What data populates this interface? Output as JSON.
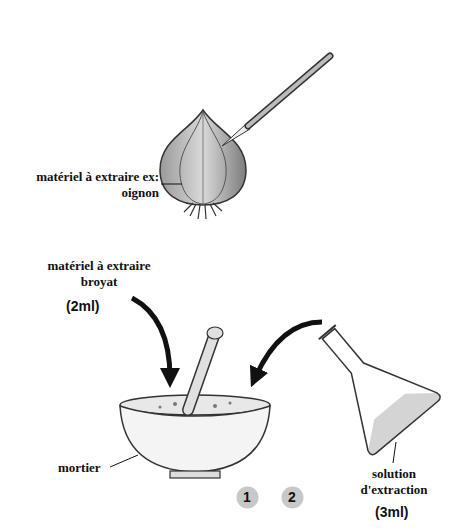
{
  "diagram": {
    "nodes": [
      {
        "text": [
          "1"
        ]
      },
      {
        "text": [
          "2"
        ]
      }
    ],
    "labels": [
      "matériel à extraire ex: oignon",
      "matériel à extraire broyat",
      "(2ml)",
      "mortier",
      "solution d'extraction",
      "(3ml)"
    ]
  }
}
